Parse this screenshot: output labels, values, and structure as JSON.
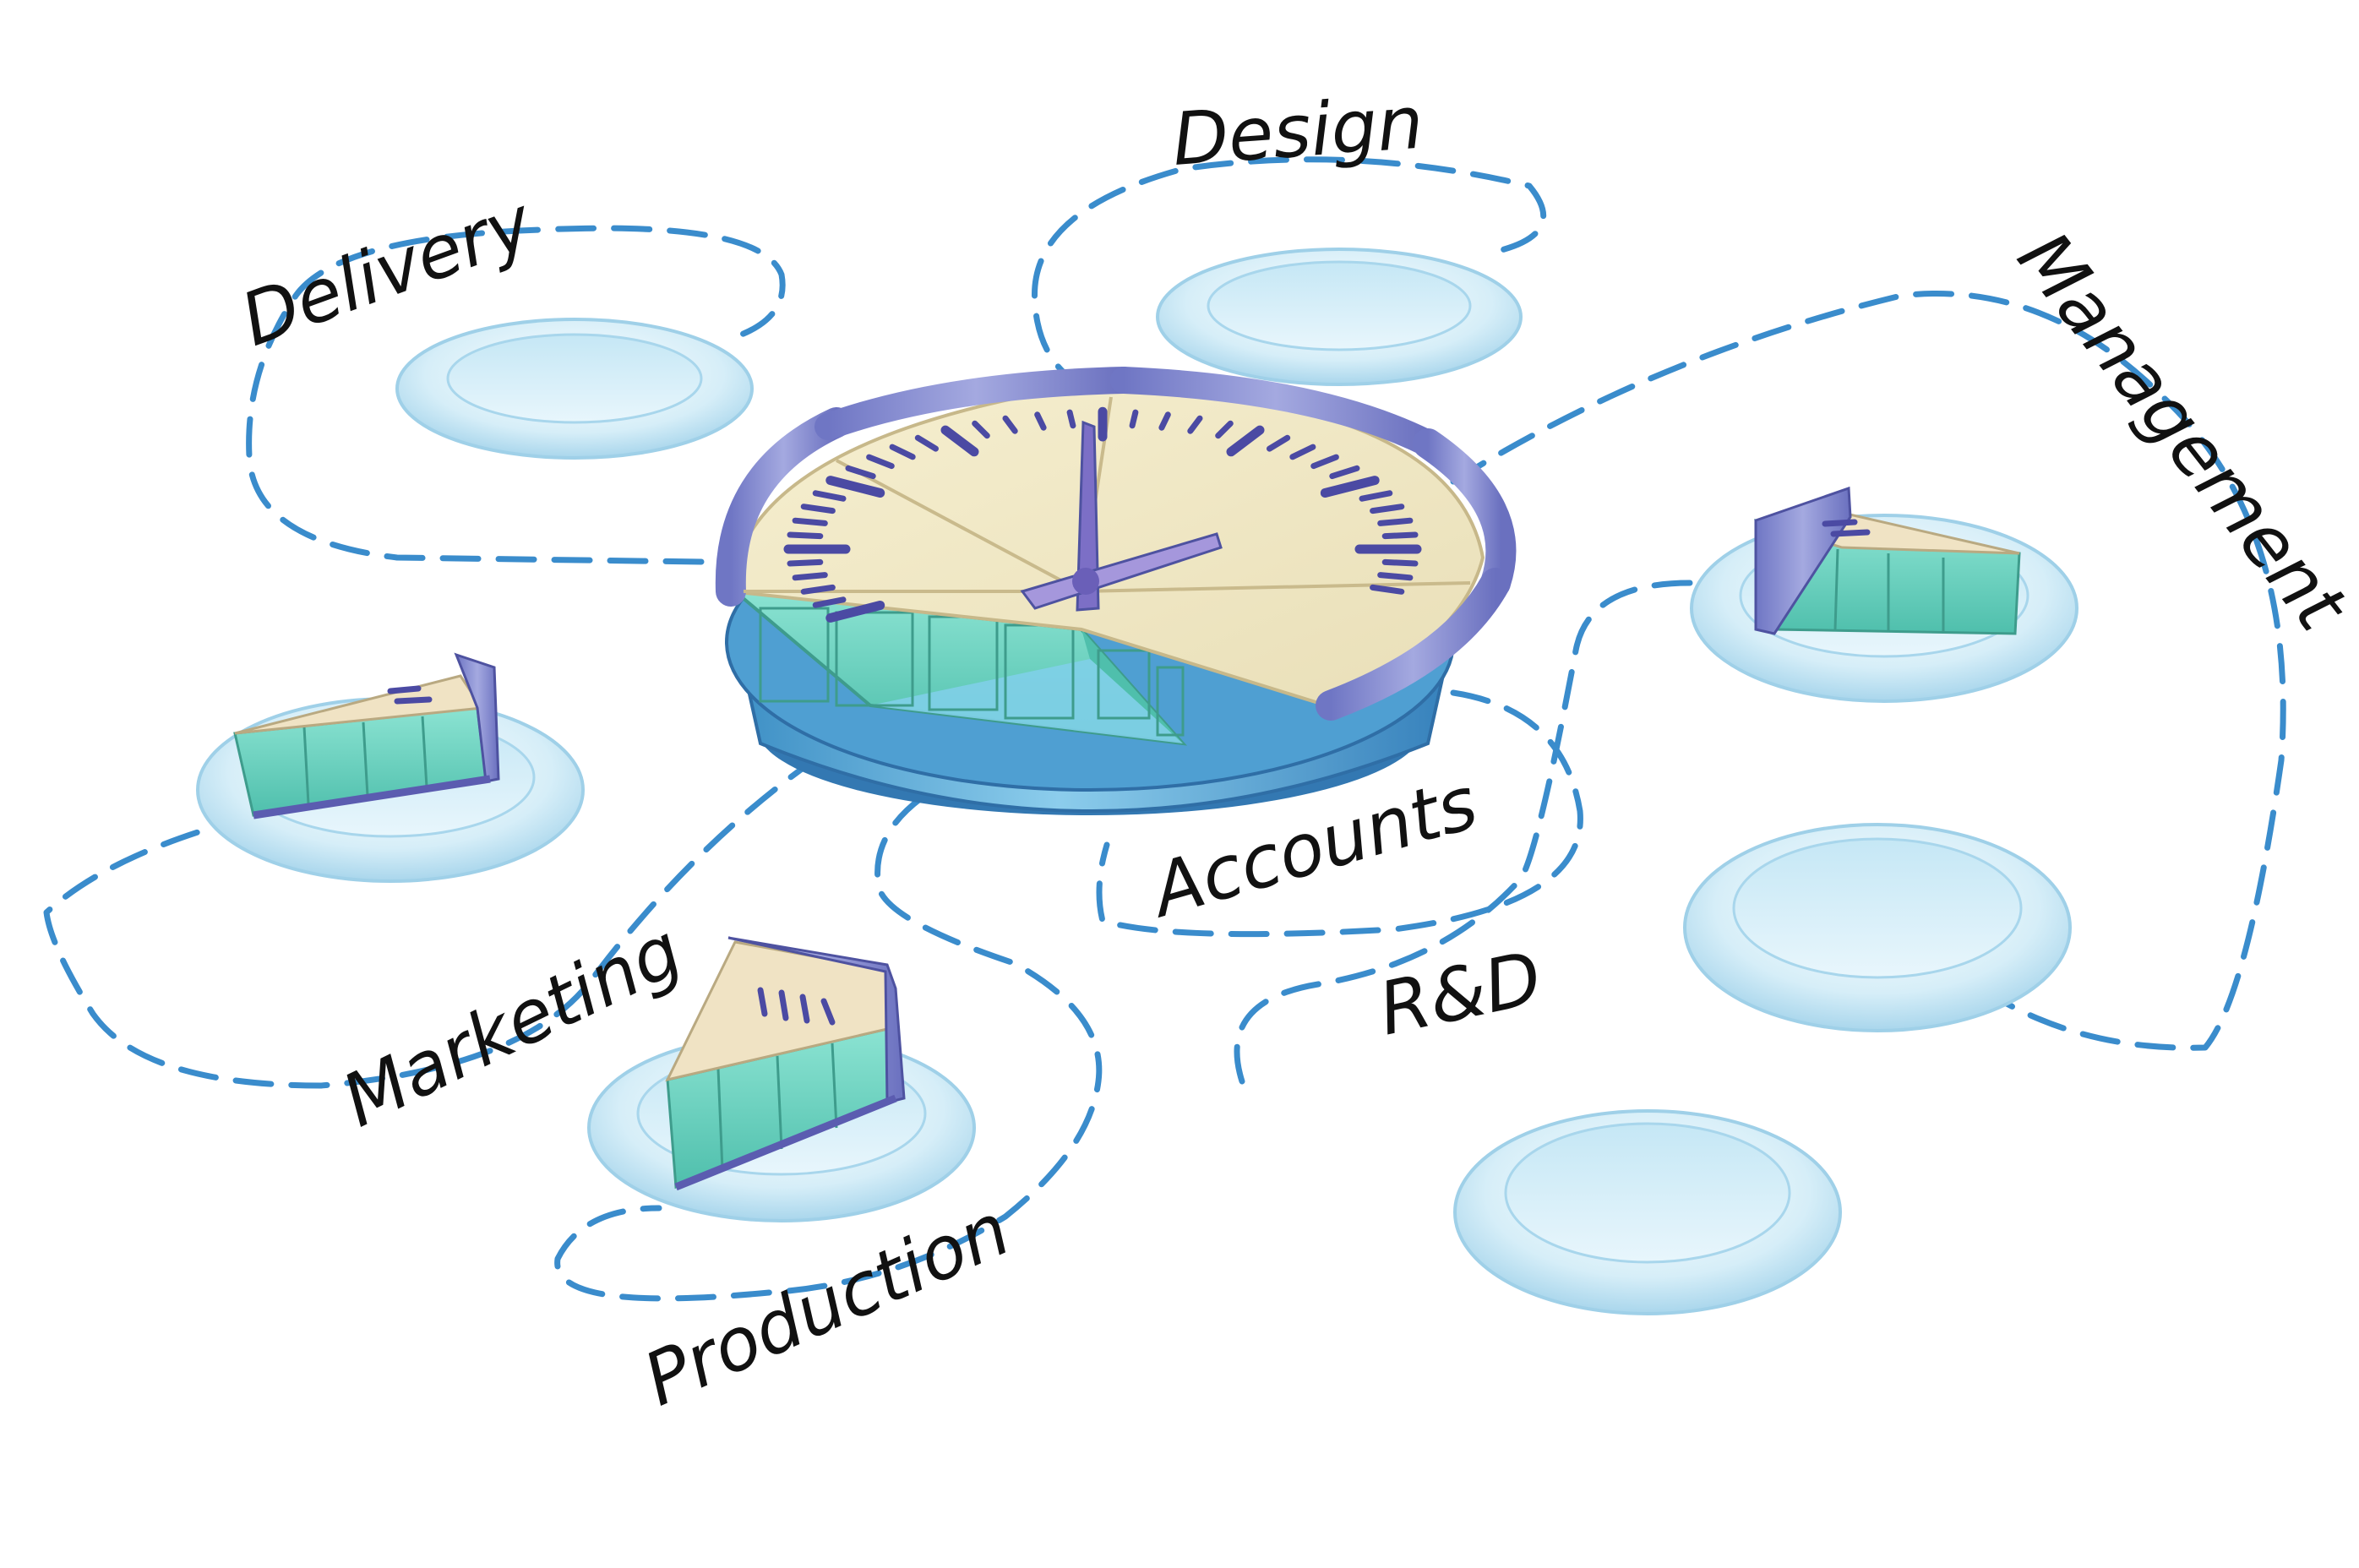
{
  "departments": [
    {
      "id": "delivery",
      "label": "Delivery",
      "has_slice": false
    },
    {
      "id": "design",
      "label": "Design",
      "has_slice": false
    },
    {
      "id": "management",
      "label": "Management",
      "has_slice": true
    },
    {
      "id": "marketing",
      "label": "Marketing",
      "has_slice": true
    },
    {
      "id": "production",
      "label": "Production",
      "has_slice": true
    },
    {
      "id": "accounts",
      "label": "Accounts",
      "has_slice": false
    },
    {
      "id": "rnd",
      "label": "R&D",
      "has_slice": false
    }
  ],
  "colors": {
    "dashed_line": "#3a8ccc",
    "plate_rim": "#d8eef7",
    "plate_inner": "#bfe3f3",
    "pie_dish": "#5aaad6",
    "pie_crust": "#7f86cc",
    "clock_face": "#f1e9c7",
    "filling": "#6fd3c0",
    "clock_ticks": "#4b4aa3",
    "clock_hands": "#7c6fc6",
    "text": "#111111"
  },
  "icons": {
    "center": "pie-clock-icon",
    "slice": "pie-slice-icon",
    "plate": "empty-plate-icon"
  }
}
